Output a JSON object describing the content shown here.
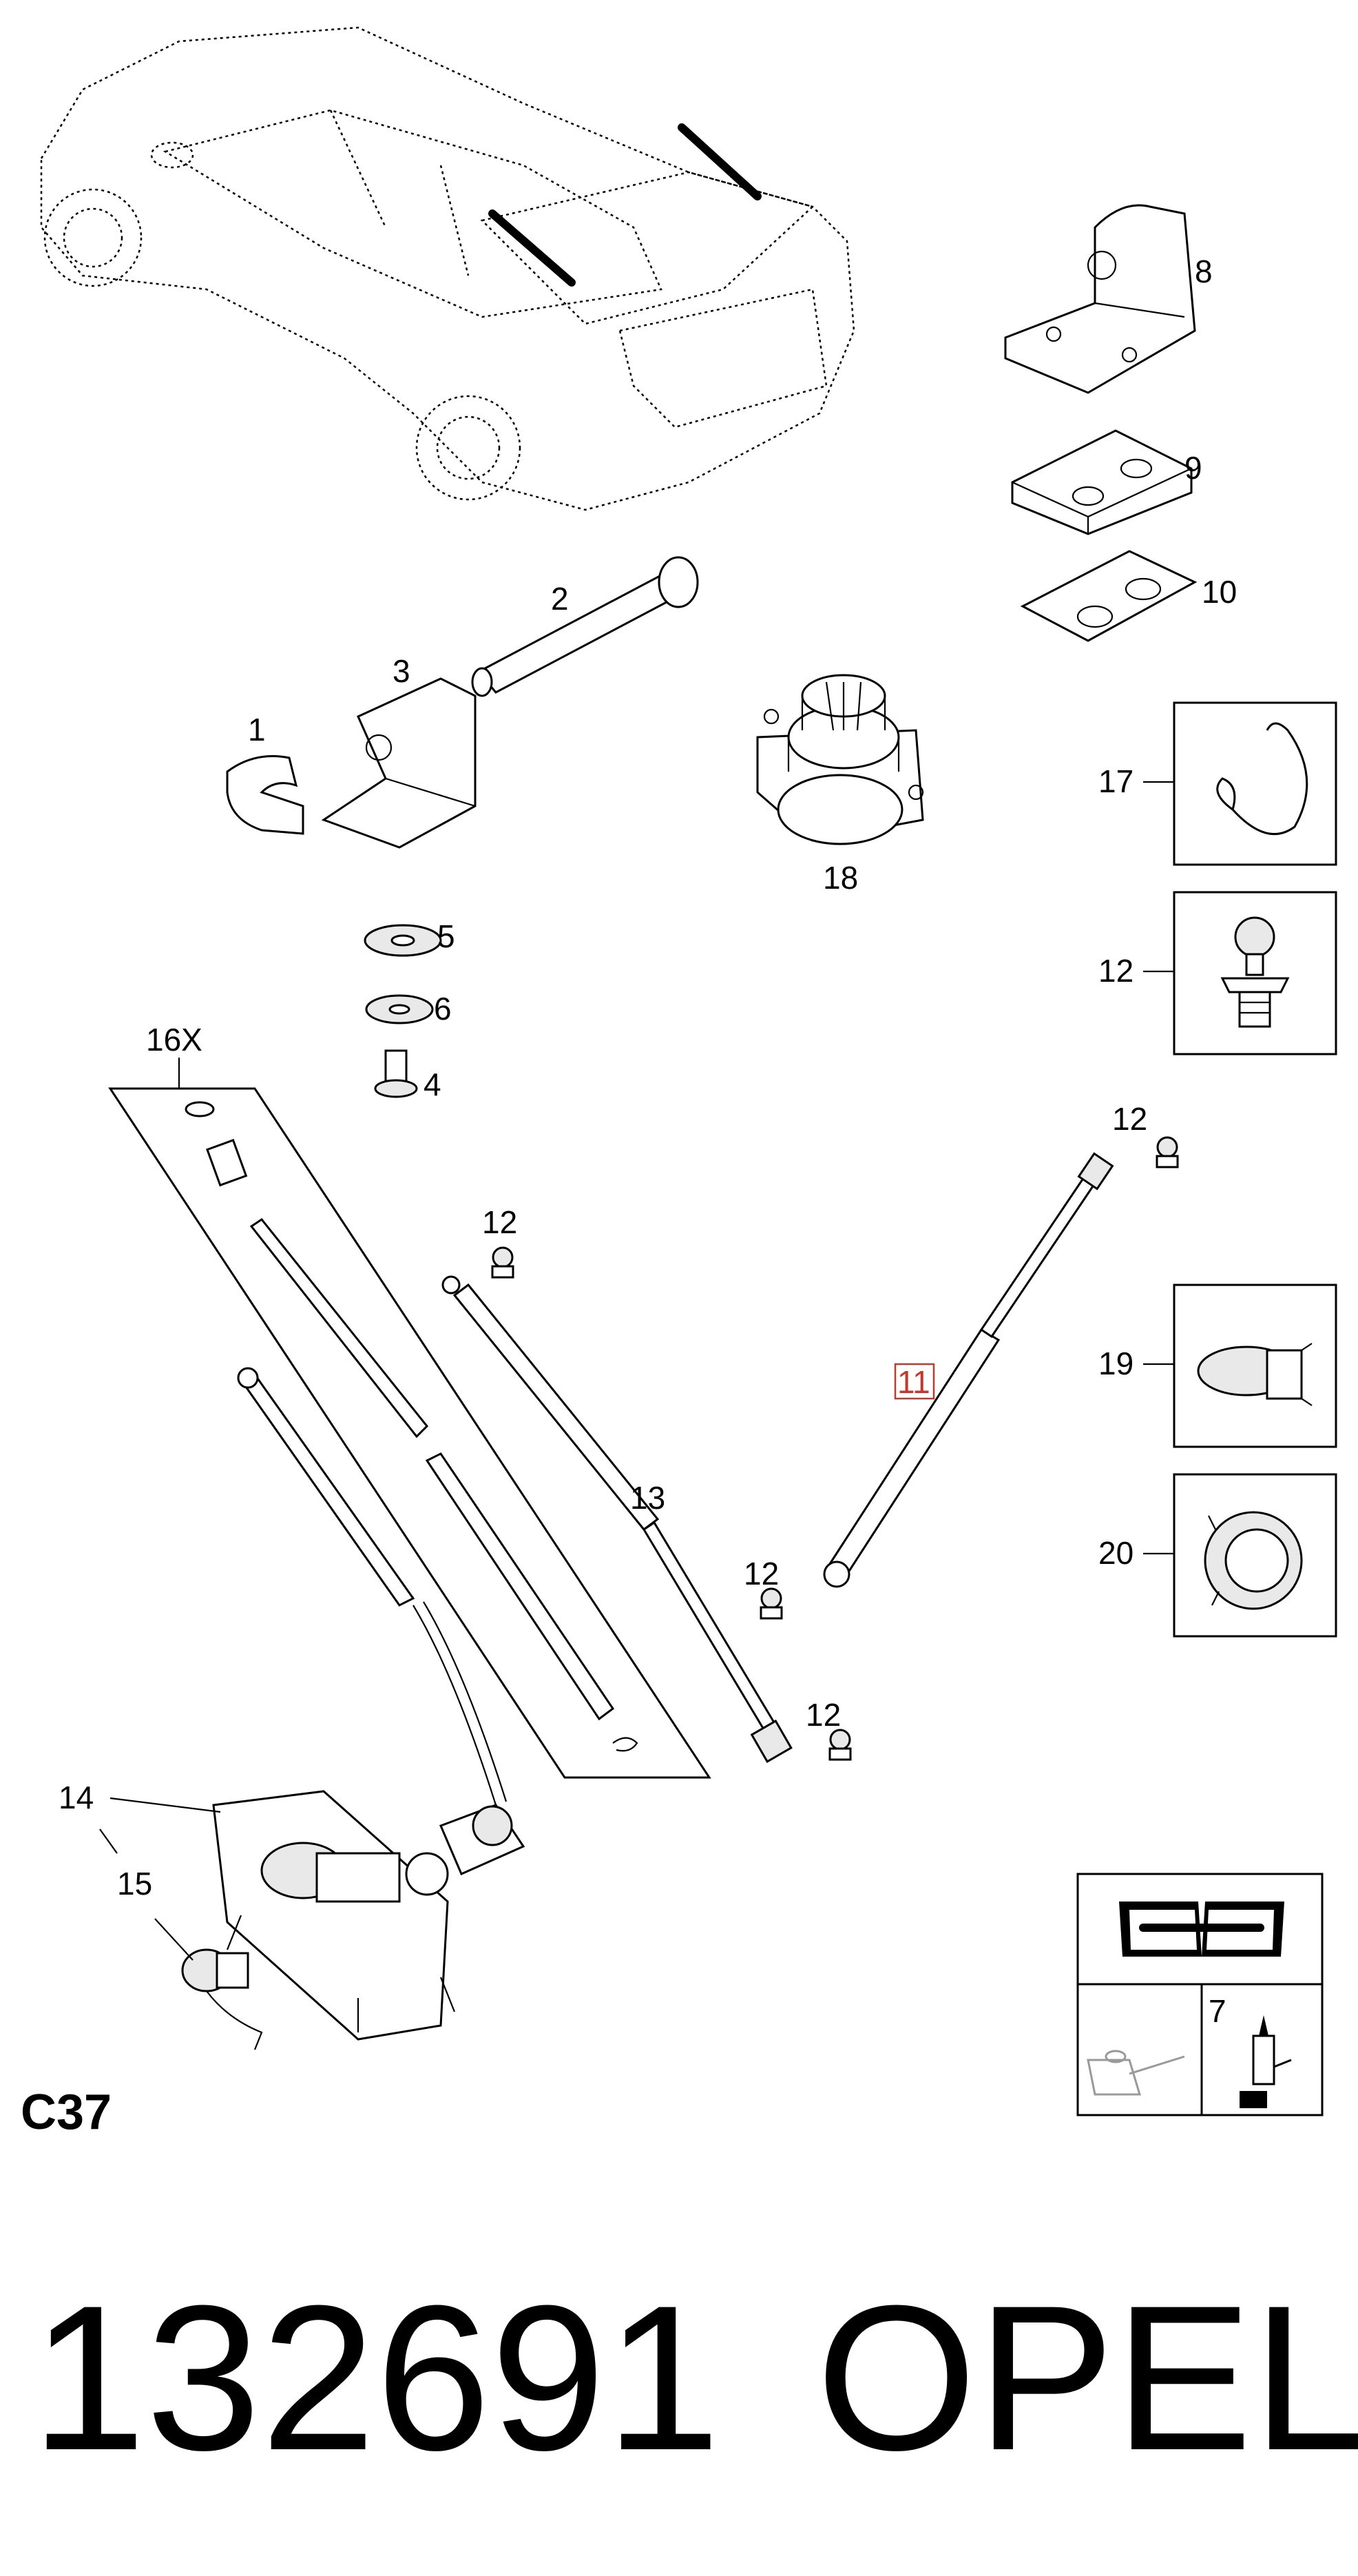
{
  "diagram": {
    "section_code": "C37",
    "part_number": "132691",
    "brand": "OPEL",
    "callouts": {
      "c1": "1",
      "c2": "2",
      "c3": "3",
      "c4": "4",
      "c5": "5",
      "c6": "6",
      "c7": "7",
      "c8": "8",
      "c9": "9",
      "c10": "10",
      "c11": "11",
      "c12a": "12",
      "c12b": "12",
      "c12c": "12",
      "c12d": "12",
      "c12e": "12",
      "c13": "13",
      "c14": "14",
      "c15": "15",
      "c16": "16X",
      "c17": "17",
      "c18": "18",
      "c19": "19",
      "c20": "20"
    },
    "highlighted_callout": "11",
    "colors": {
      "line": "#000000",
      "highlight": "#c0392b",
      "background": "#ffffff"
    },
    "icons": {
      "vehicle": "car-rear-outline-icon",
      "manual": "repair-manual-icon",
      "oil_can": "oil-can-icon",
      "grease_gun": "grease-cartridge-icon"
    }
  }
}
